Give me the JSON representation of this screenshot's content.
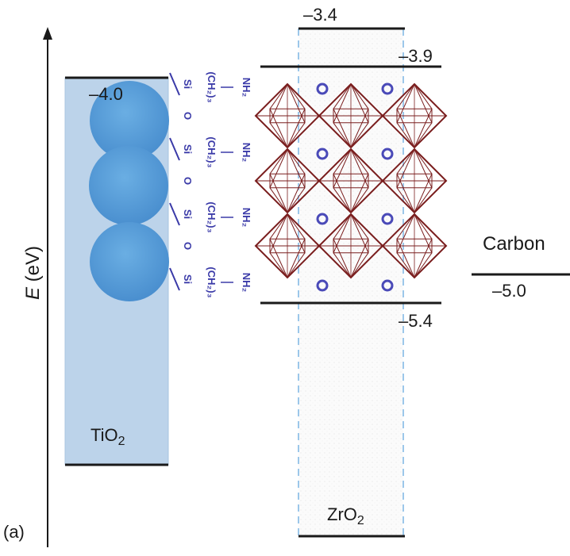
{
  "figure_label": "(a)",
  "axis": {
    "symbol": "E",
    "unit": "(eV)"
  },
  "tio2": {
    "name": "TiO",
    "subscript": "2",
    "level": "–4.0"
  },
  "zro2": {
    "name": "ZrO",
    "subscript": "2",
    "top_level": "–3.4",
    "cb_level": "–3.9",
    "vb_level": "–5.4"
  },
  "carbon": {
    "name": "Carbon",
    "level": "–5.0"
  },
  "linker": {
    "si": "Si",
    "o": "O",
    "chain": "(CH₂)₃",
    "amine": "NH₂"
  },
  "colors": {
    "tio2_fill": "#bcd3ea",
    "sphere": "#5b9bd5",
    "linker_text": "#3a3aa8",
    "octahedron": "#7a1e1e",
    "ion": "#4a4ab8",
    "zro2_dash": "#9cc7ea",
    "level_line": "#1a1a1a"
  }
}
